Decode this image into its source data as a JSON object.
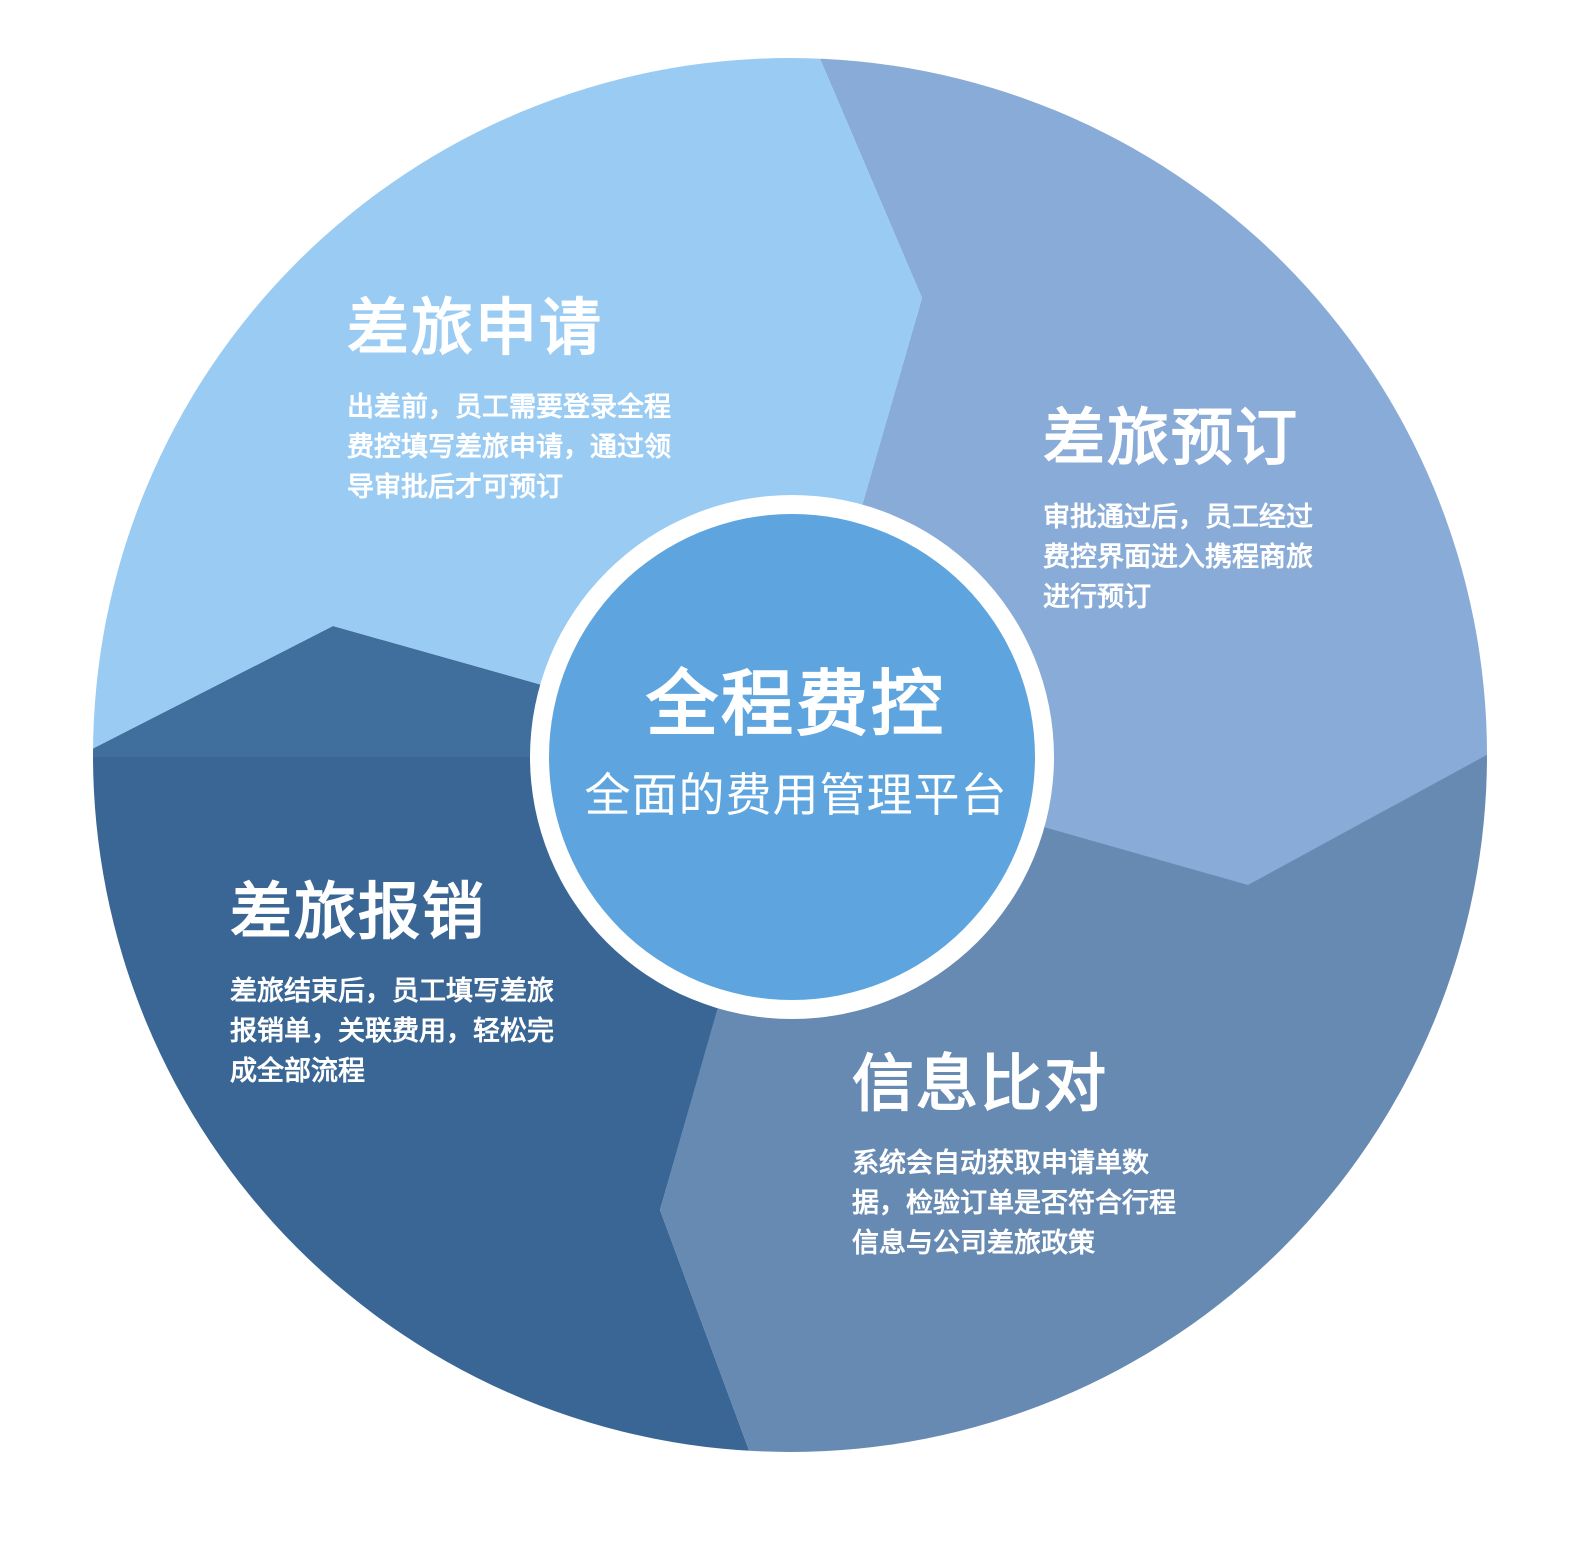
{
  "colors": {
    "apply": "#99CBF3",
    "book": "#88ABD7",
    "compare": "#678AB3",
    "reimbursement": "#396695",
    "reimbursement_top": "#406E9D",
    "center_ring": "#FFFFFF",
    "center_fill": "#5EA5DF",
    "text": "#FFFFFF"
  },
  "center": {
    "title": "全程费控",
    "subtitle": "全面的费用管理平台"
  },
  "segments": [
    {
      "key": "apply",
      "title": "差旅申请",
      "description": "出差前，员工需要登录全程\n费控填写差旅申请，通过领\n导审批后才可预订"
    },
    {
      "key": "book",
      "title": "差旅预订",
      "description": "审批通过后，员工经过\n费控界面进入携程商旅\n进行预订"
    },
    {
      "key": "compare",
      "title": "信息比对",
      "description": "系统会自动获取申请单数\n据，检验订单是否符合行程\n信息与公司差旅政策"
    },
    {
      "key": "reimbursement",
      "title": "差旅报销",
      "description": "差旅结束后，员工填写差旅\n报销单，关联费用，轻松完\n成全部流程"
    }
  ]
}
